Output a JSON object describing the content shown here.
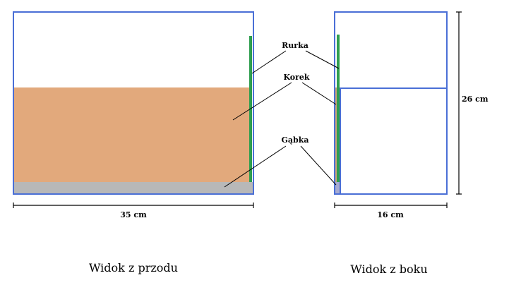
{
  "colors": {
    "frame": "#4a6fd6",
    "cork": "#e2a97c",
    "sponge": "#b8b8b8",
    "sponge_side": "#a7abd0",
    "tube": "#2e9e4f"
  },
  "labels": {
    "tube": "Rurka",
    "cork": "Korek",
    "sponge": "Gąbka"
  },
  "dimensions": {
    "front_width": "35 cm",
    "side_width": "16 cm",
    "height": "26 cm"
  },
  "captions": {
    "front": "Widok z przodu",
    "side": "Widok z boku"
  }
}
